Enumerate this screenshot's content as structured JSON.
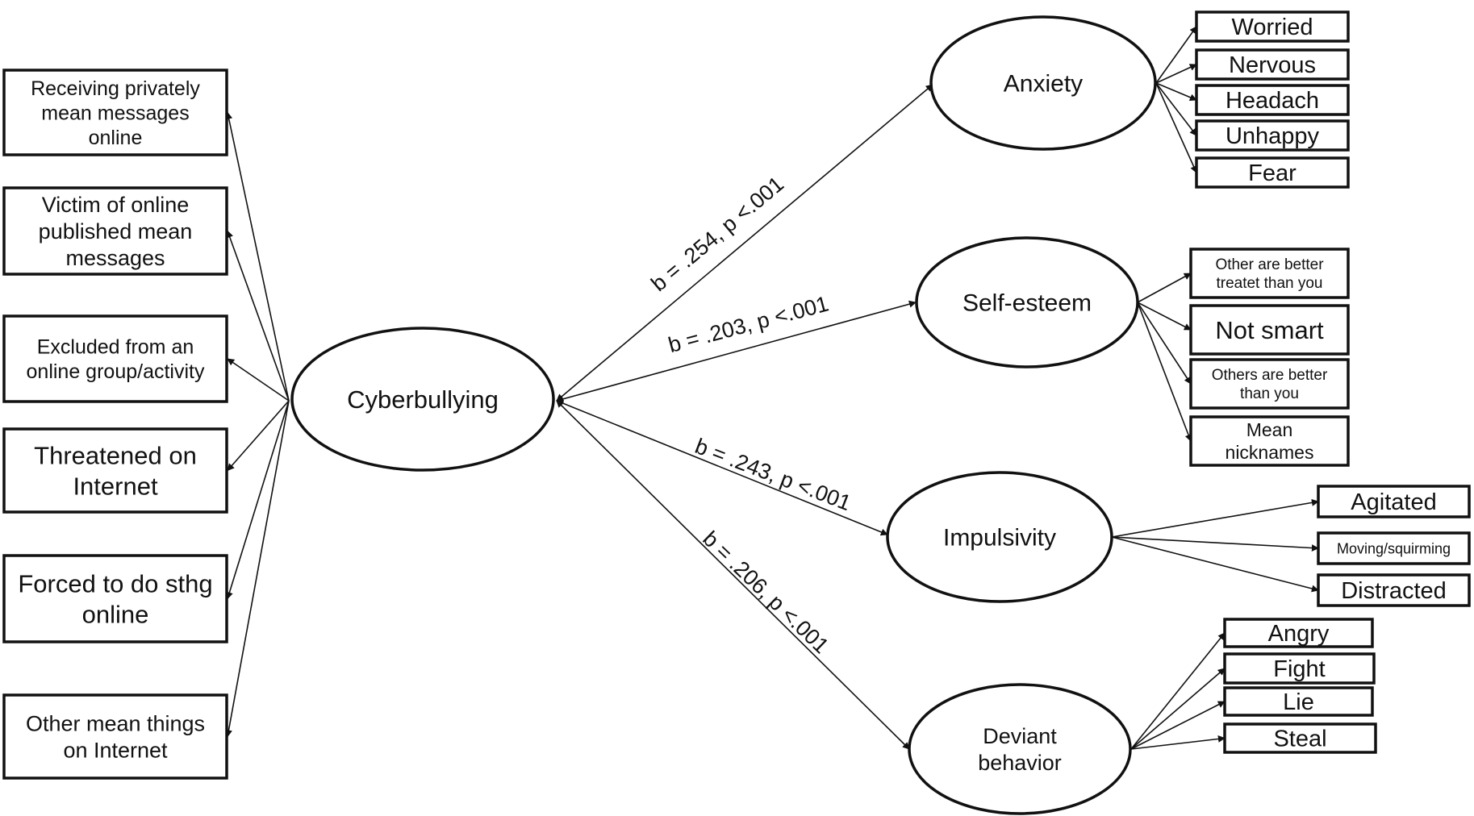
{
  "diagram": {
    "central": "Cyberbullying",
    "indicators": [
      [
        "Receiving privately",
        "mean messages",
        "online"
      ],
      [
        "Victim of online",
        "published mean",
        "messages"
      ],
      [
        "Excluded from an",
        "online group/activity"
      ],
      [
        "Threatened on",
        "Internet"
      ],
      [
        "Forced to do sthg",
        "online"
      ],
      [
        "Other mean things",
        "on Internet"
      ]
    ],
    "outcomes": [
      {
        "name": [
          "Anxiety"
        ],
        "coef": "b = .254, p <.001",
        "items": [
          [
            "Worried"
          ],
          [
            "Nervous"
          ],
          [
            "Headach"
          ],
          [
            "Unhappy"
          ],
          [
            "Fear"
          ]
        ]
      },
      {
        "name": [
          "Self-esteem"
        ],
        "coef": "b = .203, p <.001",
        "items": [
          [
            "Other are better",
            "treatet than you"
          ],
          [
            "Not smart"
          ],
          [
            "Others are better",
            "than you"
          ],
          [
            "Mean",
            "nicknames"
          ]
        ]
      },
      {
        "name": [
          "Impulsivity"
        ],
        "coef": "b = .243, p <.001",
        "items": [
          [
            "Agitated"
          ],
          [
            "Moving/squirming"
          ],
          [
            "Distracted"
          ]
        ]
      },
      {
        "name": [
          "Deviant",
          "behavior"
        ],
        "coef": "b = .206, p <.001",
        "items": [
          [
            "Angry"
          ],
          [
            "Fight"
          ],
          [
            "Lie"
          ],
          [
            "Steal"
          ]
        ]
      }
    ]
  }
}
